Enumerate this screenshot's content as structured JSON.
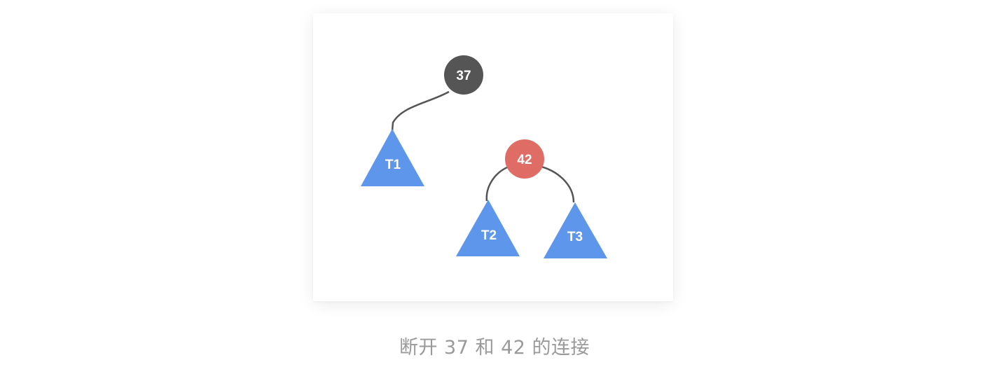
{
  "diagram": {
    "nodes": [
      {
        "id": "n37",
        "label": "37",
        "color": "#555555"
      },
      {
        "id": "n42",
        "label": "42",
        "color": "#e06c66"
      }
    ],
    "subtrees": [
      {
        "id": "t1",
        "label": "T1",
        "color": "#5d96eb"
      },
      {
        "id": "t2",
        "label": "T2",
        "color": "#5d96eb"
      },
      {
        "id": "t3",
        "label": "T3",
        "color": "#5d96eb"
      }
    ],
    "edge_color": "#555555"
  },
  "caption": "断开 37 和 42 的连接"
}
